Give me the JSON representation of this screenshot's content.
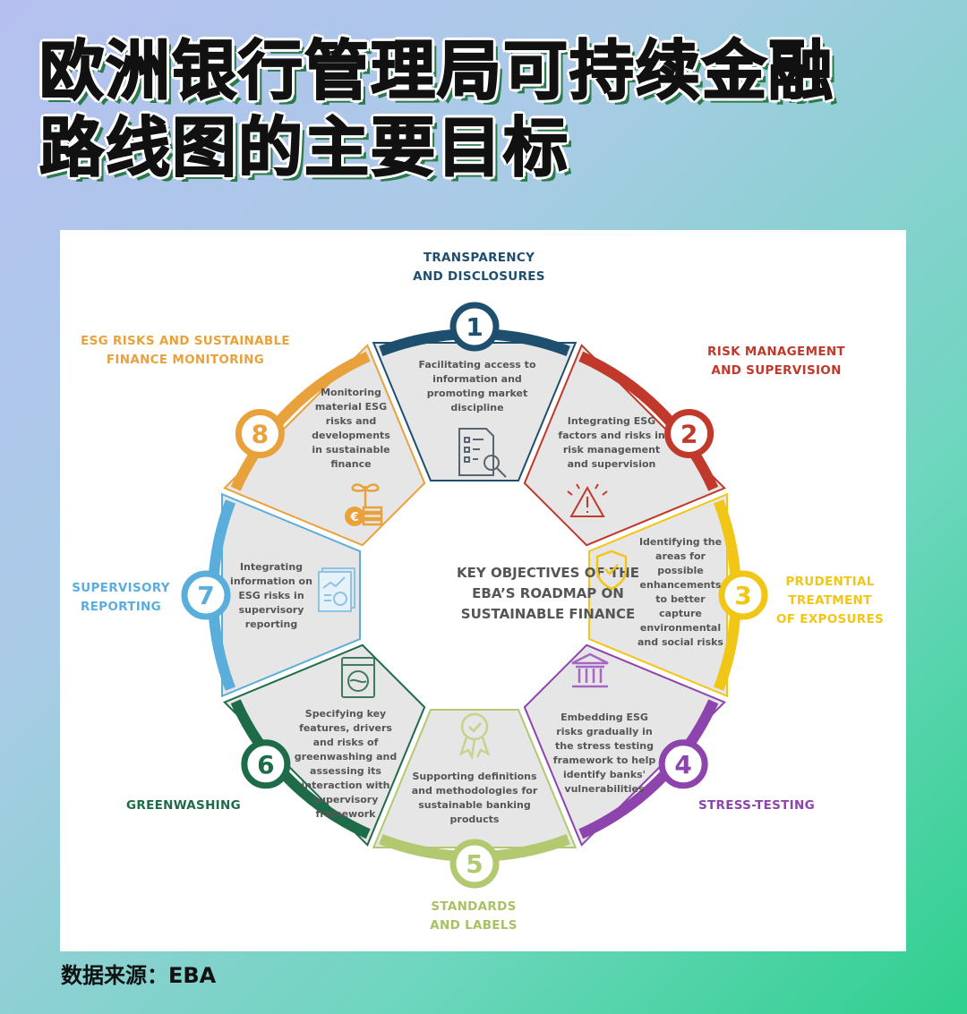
{
  "title": {
    "line1": "欧洲银行管理局可持续金融",
    "line2": "路线图的主要目标"
  },
  "diagram": {
    "center": [
      "KEY OBJECTIVES OF THE",
      "EBA’S ROADMAP ON",
      "SUSTAINABLE FINANCE"
    ],
    "objectives": [
      {
        "number": "1",
        "label": [
          "TRANSPARENCY",
          "AND DISCLOSURES"
        ],
        "description": "Facilitating access to information and promoting market discipline",
        "icon": "document-search-icon",
        "color": "#1f4f6e"
      },
      {
        "number": "2",
        "label": [
          "RISK MANAGEMENT",
          "AND SUPERVISION"
        ],
        "description": "Integrating ESG factors and risks in risk management and supervision",
        "icon": "warning-icon",
        "color": "#c0392b"
      },
      {
        "number": "3",
        "label": [
          "PRUDENTIAL",
          "TREATMENT",
          "OF EXPOSURES"
        ],
        "description": "Identifying the areas for possible enhancements to better capture environmental and social risks",
        "icon": "shield-check-icon",
        "color": "#f2c617"
      },
      {
        "number": "4",
        "label": [
          "STRESS-TESTING"
        ],
        "description": "Embedding ESG risks gradually in the stress testing framework to help identify banks' vulnerabilities",
        "icon": "bank-icon",
        "color": "#8e44ad"
      },
      {
        "number": "5",
        "label": [
          "STANDARDS",
          "AND LABELS"
        ],
        "description": "Supporting definitions and methodologies for sustainable banking products",
        "icon": "award-ribbon-icon",
        "color": "#b2c96f"
      },
      {
        "number": "6",
        "label": [
          "GREENWASHING"
        ],
        "description": "Specifying key features, drivers and risks of greenwashing and assessing its interaction with supervisory framework",
        "icon": "washing-machine-icon",
        "color": "#1e6b4a"
      },
      {
        "number": "7",
        "label": [
          "SUPERVISORY",
          "REPORTING"
        ],
        "description": "Integrating information on ESG risks in supervisory reporting",
        "icon": "report-chart-icon",
        "color": "#5aaedc"
      },
      {
        "number": "8",
        "label": [
          "ESG RISKS AND SUSTAINABLE",
          "FINANCE MONITORING"
        ],
        "description": "Monitoring material ESG risks and developments in sustainable finance",
        "icon": "plant-coins-icon",
        "color": "#e9a23b"
      }
    ]
  },
  "footer": {
    "source": "数据来源：EBA"
  }
}
